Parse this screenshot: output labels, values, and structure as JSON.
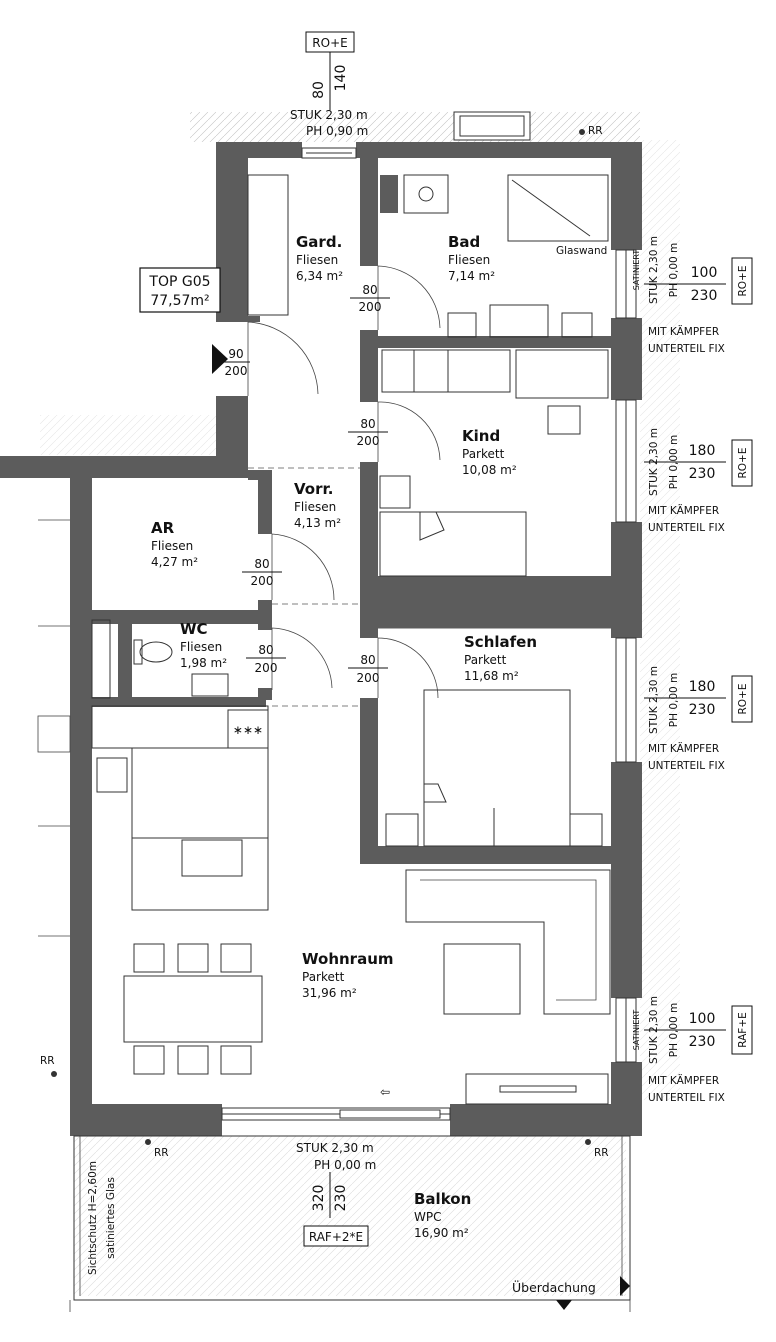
{
  "unit": {
    "label": "TOP G05",
    "area": "77,57m²"
  },
  "rooms": {
    "gard": {
      "name": "Gard.",
      "floor": "Fliesen",
      "area": "6,34 m²"
    },
    "bad": {
      "name": "Bad",
      "floor": "Fliesen",
      "area": "7,14 m²",
      "note": "Glaswand"
    },
    "kind": {
      "name": "Kind",
      "floor": "Parkett",
      "area": "10,08 m²"
    },
    "vorr": {
      "name": "Vorr.",
      "floor": "Fliesen",
      "area": "4,13 m²"
    },
    "ar": {
      "name": "AR",
      "floor": "Fliesen",
      "area": "4,27 m²"
    },
    "wc": {
      "name": "WC",
      "floor": "Fliesen",
      "area": "1,98 m²"
    },
    "schlafen": {
      "name": "Schlafen",
      "floor": "Parkett",
      "area": "11,68 m²"
    },
    "wohnraum": {
      "name": "Wohnraum",
      "floor": "Parkett",
      "area": "31,96 m²"
    },
    "balkon": {
      "name": "Balkon",
      "floor": "WPC",
      "area": "16,90 m²"
    }
  },
  "doors": {
    "w80": "80",
    "h200": "200",
    "w90": "90"
  },
  "windows": {
    "top": {
      "tag": "RO+E",
      "w": "80",
      "h": "140",
      "stuk": "STUK 2,30 m",
      "ph": "PH 0,90 m"
    },
    "bad": {
      "w": "100",
      "h": "230",
      "tag": "RO+E",
      "stuk": "STUK 2,30 m",
      "ph": "PH 0,00 m",
      "glass": "SATINIERT"
    },
    "kind": {
      "w": "180",
      "h": "230",
      "tag": "RO+E",
      "stuk": "STUK 2,30 m",
      "ph": "PH 0,00 m"
    },
    "schlafen": {
      "w": "180",
      "h": "230",
      "tag": "RO+E",
      "stuk": "STUK 2,30 m",
      "ph": "PH 0,00 m"
    },
    "wohn": {
      "w": "100",
      "h": "230",
      "tag": "RAF+E",
      "stuk": "STUK 2,30 m",
      "ph": "PH 0,00 m",
      "glass": "SATINIERT"
    },
    "balkon": {
      "w": "320",
      "h": "230",
      "tag": "RAF+2*E",
      "stuk": "STUK 2,30 m",
      "ph": "PH 0,00 m"
    }
  },
  "labels": {
    "kaempfer1": "MIT KÄMPFER",
    "kaempfer2": "UNTERTEIL FIX",
    "rr": "RR",
    "hob": "∗∗∗",
    "sichtschutz1": "Sichtschutz H=2,60m",
    "sichtschutz2": "satiniertes Glas",
    "ueberdachung": "Überdachung",
    "arrow": "⇦"
  }
}
